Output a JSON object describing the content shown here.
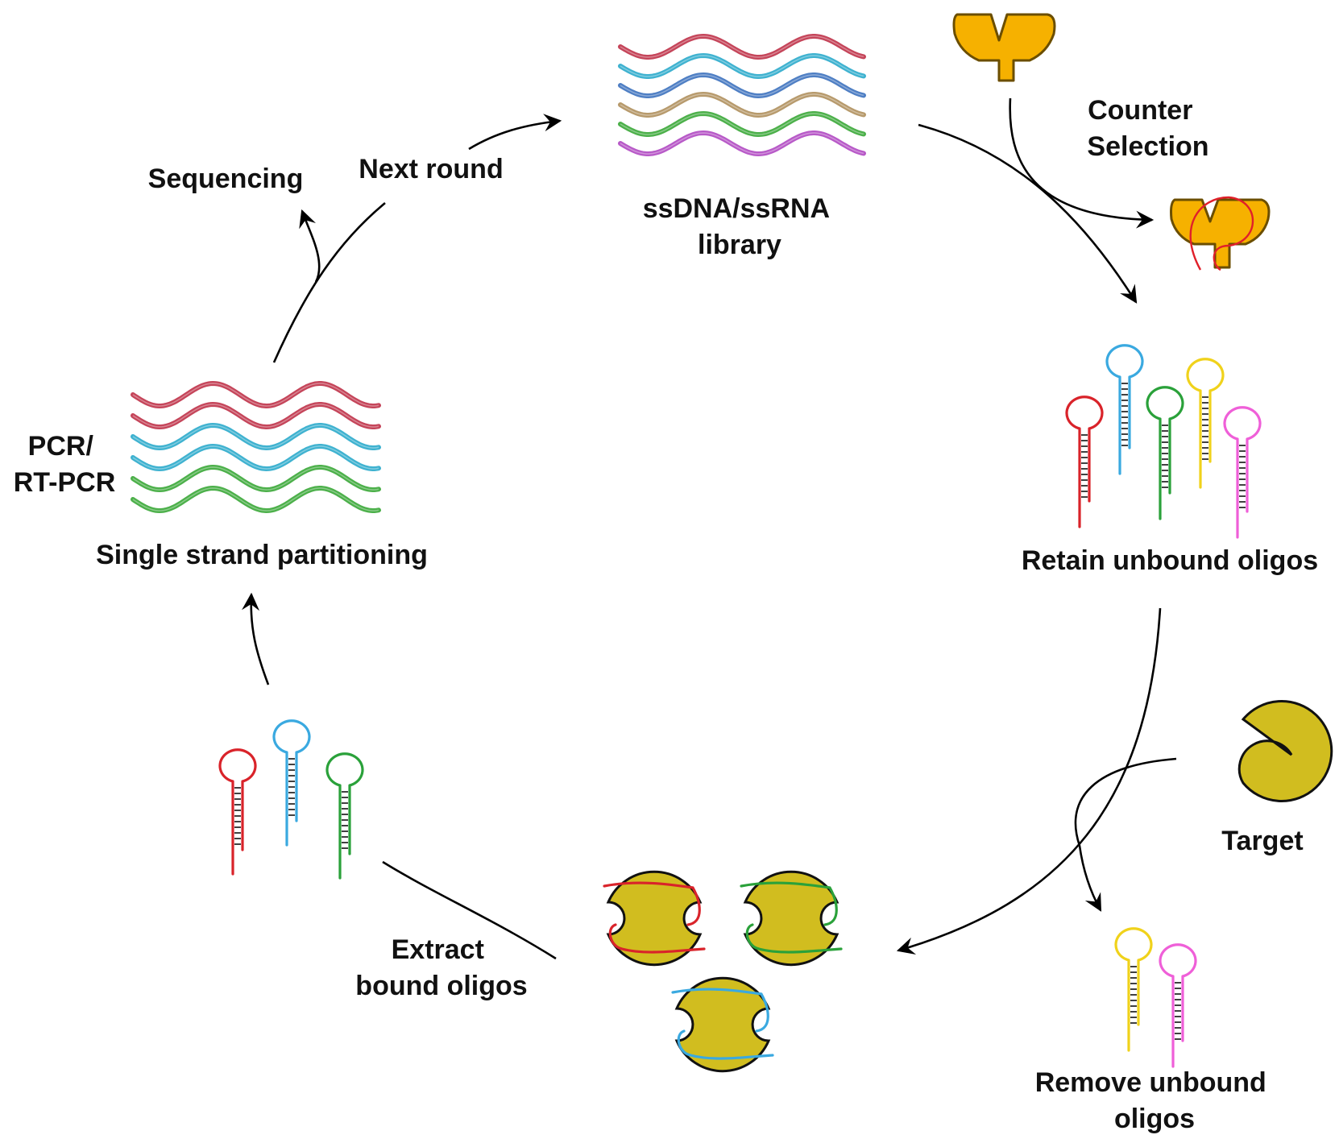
{
  "labels": {
    "library": [
      "ssDNA/ssRNA",
      "library"
    ],
    "counter_selection": [
      "Counter",
      "Selection"
    ],
    "retain": "Retain unbound oligos",
    "target": "Target",
    "remove": [
      "Remove unbound",
      "oligos"
    ],
    "extract": [
      "Extract",
      "bound oligos"
    ],
    "partitioning": "Single strand partitioning",
    "pcr": [
      "PCR/",
      "RT-PCR"
    ],
    "sequencing": "Sequencing",
    "next_round": "Next round"
  },
  "colors": {
    "red": "#d9232a",
    "blue": "#3aa9e0",
    "green": "#2aa13a",
    "yellow": "#f0d21b",
    "pink": "#ef5fd8",
    "wave_red": "#c5455a",
    "wave_cyan": "#3fb2d0",
    "wave_blue": "#4f7fc4",
    "wave_tan": "#b79a6c",
    "wave_green": "#4cb04a",
    "wave_purple": "#b85ac8",
    "counter_target": "#f6b100",
    "target": "#d1bd1f"
  },
  "library_strands": [
    "wave_red",
    "wave_cyan",
    "wave_blue",
    "wave_tan",
    "wave_green",
    "wave_purple"
  ],
  "partition_strands": [
    "wave_red",
    "wave_red",
    "wave_cyan",
    "wave_cyan",
    "wave_green",
    "wave_green"
  ],
  "retain_oligos": [
    "red",
    "blue",
    "green",
    "yellow",
    "pink"
  ],
  "remove_oligos": [
    "yellow",
    "pink"
  ],
  "extract_oligos": [
    "red",
    "blue",
    "green"
  ],
  "bound_complexes": [
    "red",
    "green",
    "blue"
  ]
}
